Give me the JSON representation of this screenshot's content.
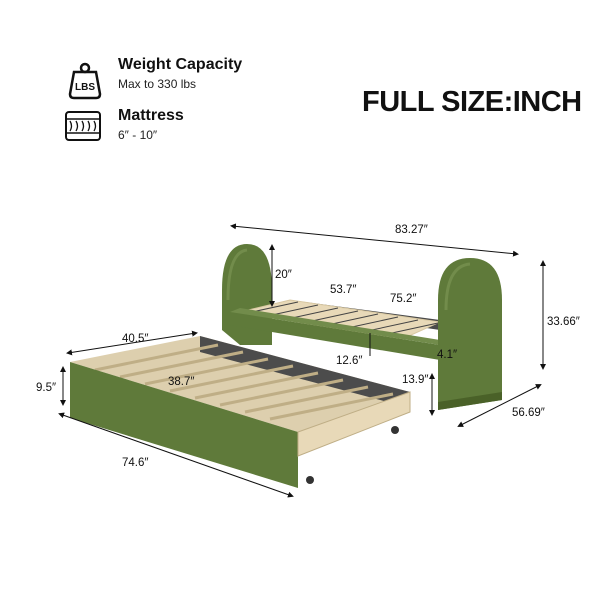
{
  "weight_capacity": {
    "title": "Weight Capacity",
    "subtitle": "Max to 330 lbs",
    "icon_text": "LBS"
  },
  "mattress": {
    "title": "Mattress",
    "subtitle": "6″ - 10″"
  },
  "heading": "FULL SIZE:INCH",
  "dimensions": {
    "overall_length": "83.27″",
    "headboard_height": "20″",
    "inner_width": "53.7″",
    "inner_length": "75.2″",
    "overall_height": "33.66″",
    "trundle_width": "40.5″",
    "trundle_slat_width": "38.7″",
    "trundle_height": "9.5″",
    "trundle_length": "74.6″",
    "side_rail": "12.6″",
    "rail_thickness": "4.1″",
    "clearance": "13.9″",
    "overall_width": "56.69″"
  },
  "colors": {
    "upholstery": "#5f7a3a",
    "upholstery_dark": "#4a6128",
    "slats": "#e8d9b8",
    "rail": "#555555"
  }
}
